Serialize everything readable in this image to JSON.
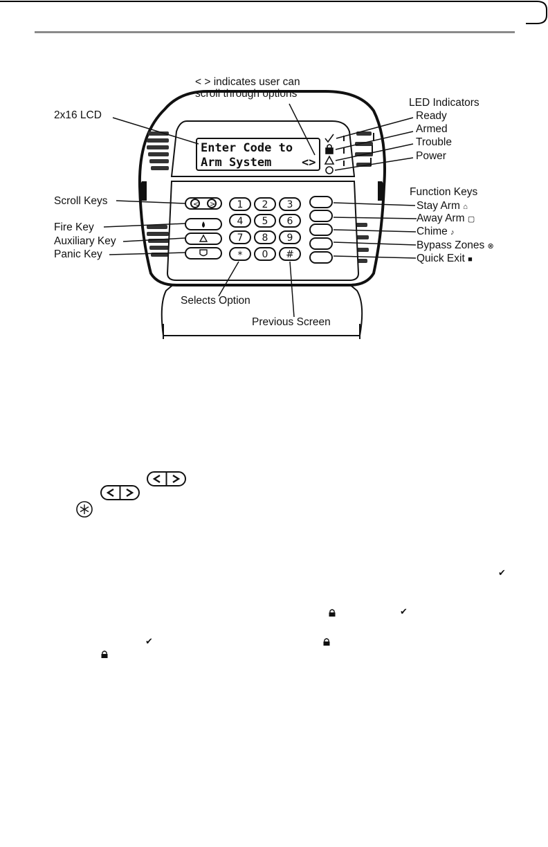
{
  "callouts": {
    "scroll_hint_line1": "< > indicates user can",
    "scroll_hint_line2": "scroll through options",
    "lcd_label": "2x16 LCD",
    "led_title": "LED  Indicators",
    "led_ready": "Ready",
    "led_armed": "Armed",
    "led_trouble": "Trouble",
    "led_power": "Power",
    "function_keys_title": "Function   Keys",
    "stay_arm": "Stay Arm",
    "away_arm": "Away Arm",
    "chime": "Chime",
    "bypass_zones": "Bypass Zones",
    "quick_exit": "Quick Exit",
    "scroll_keys": "Scroll Keys",
    "fire_key": "Fire Key",
    "auxiliary_key": "Auxiliary Key",
    "panic_key": "Panic Key",
    "selects_option": "Selects Option",
    "previous_screen": "Previous Screen"
  },
  "lcd": {
    "line1": "Enter Code to",
    "line2": "Arm System",
    "scroll_marker": "<>"
  },
  "keypad": {
    "digits": [
      "1",
      "2",
      "3",
      "4",
      "5",
      "6",
      "7",
      "8",
      "9"
    ],
    "star": "*",
    "zero": "0",
    "hash": "#"
  },
  "icons": {
    "ready": "check-icon",
    "armed": "lock-icon",
    "trouble": "warning-triangle-icon",
    "power": "power-ac-icon",
    "stay": "house-icon",
    "away": "house-outline-icon",
    "chime": "bell-icon",
    "bypass": "bypass-circle-icon",
    "quick_exit": "door-icon"
  },
  "body_glyphs": {
    "check": "✔",
    "star": "✱"
  }
}
